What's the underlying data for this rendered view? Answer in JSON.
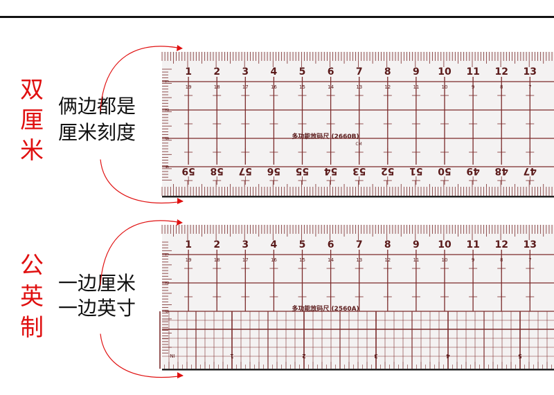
{
  "colors": {
    "accent": "#e01010",
    "ruler_ink": "#7a2a2a",
    "ruler_bg": "#f4f2f2"
  },
  "section1": {
    "title_chars": [
      "双",
      "厘",
      "米"
    ],
    "desc_lines": [
      "俩边都是",
      "厘米刻度"
    ],
    "ruler": {
      "model_label": "多功能放码尺 (2660B)",
      "unit": "CM",
      "top_numbers": [
        "1",
        "2",
        "3",
        "4",
        "5",
        "6",
        "7",
        "8",
        "9",
        "10",
        "11",
        "12",
        "13"
      ],
      "small_numbers": [
        "19",
        "18",
        "17",
        "16",
        "15",
        "14",
        "13",
        "12",
        "11",
        "10",
        "9",
        "8",
        "7"
      ],
      "bottom_numbers": [
        "59",
        "58",
        "57",
        "56",
        "55",
        "54",
        "53",
        "52",
        "51",
        "50",
        "49",
        "48",
        "47"
      ],
      "side_numbers": [
        "1",
        "2",
        "3",
        "4"
      ]
    }
  },
  "section2": {
    "title_chars": [
      "公",
      "英",
      "制"
    ],
    "desc_lines": [
      "一边厘米",
      "一边英寸"
    ],
    "ruler": {
      "model_label": "多功能放码尺 (2560A)",
      "inch_unit": "IN",
      "top_numbers": [
        "1",
        "2",
        "3",
        "4",
        "5",
        "6",
        "7",
        "8",
        "9",
        "10",
        "11",
        "12",
        "13"
      ],
      "small_numbers": [
        "19",
        "18",
        "17",
        "16",
        "15",
        "14",
        "13",
        "12",
        "11",
        "10",
        "9",
        "8",
        "7"
      ],
      "inch_numbers": [
        "1",
        "2",
        "3",
        "4",
        "5"
      ],
      "side_numbers": [
        "1",
        "2",
        "3"
      ]
    }
  }
}
